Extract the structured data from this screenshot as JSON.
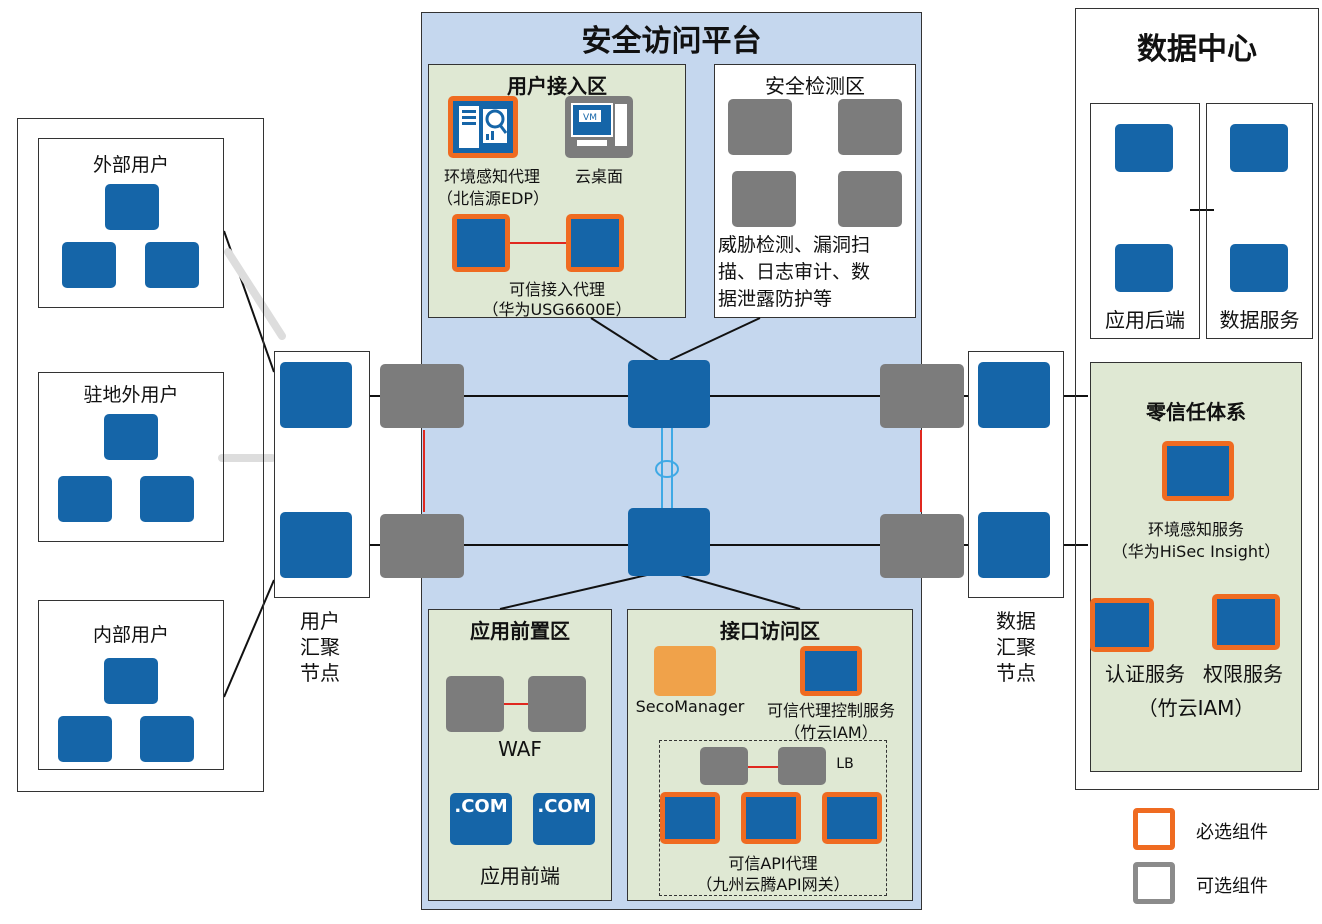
{
  "platform": {
    "title": "安全访问平台"
  },
  "datacenter": {
    "title": "数据中心",
    "app_backend": "应用后端",
    "data_service": "数据服务"
  },
  "users": {
    "external": "外部用户",
    "resident": "驻地外用户",
    "internal": "内部用户"
  },
  "user_node": {
    "label": [
      "用户",
      "汇聚",
      "节点"
    ]
  },
  "data_node": {
    "label": [
      "数据",
      "汇聚",
      "节点"
    ]
  },
  "access_zone": {
    "title": "用户接入区",
    "env_agent": "环境感知代理",
    "env_agent_vendor": "（北信源EDP）",
    "cloud_desktop": "云桌面",
    "trusted_proxy": "可信接入代理",
    "trusted_proxy_vendor": "（华为USG6600E）",
    "vm_label": "VM"
  },
  "detect_zone": {
    "title": "安全检测区",
    "desc_lines": [
      "威胁检测、漏洞扫",
      "描、日志审计、数",
      "据泄露防护等"
    ]
  },
  "front_zone": {
    "title": "应用前置区",
    "waf": "WAF",
    "com": ".COM",
    "frontend": "应用前端"
  },
  "api_zone": {
    "title": "接口访问区",
    "seco": "SecoManager",
    "control": "可信代理控制服务",
    "control_vendor": "（竹云IAM）",
    "lb": "LB",
    "api_proxy": "可信API代理",
    "api_proxy_vendor": "（九州云腾API网关）"
  },
  "zero_trust": {
    "title": "零信任体系",
    "env_service": "环境感知服务",
    "env_service_vendor": "（华为HiSec Insight）",
    "auth": "认证服务",
    "perm": "权限服务",
    "iam_vendor": "（竹云IAM）"
  },
  "legend": {
    "required": "必选组件",
    "optional": "可选组件"
  },
  "colors": {
    "accent_blue": "#1565a8",
    "required": "#ef6b21",
    "optional": "#8b8b8b",
    "platform_bg": "#c5d7ee",
    "zone_bg": "#dfe8d3"
  }
}
